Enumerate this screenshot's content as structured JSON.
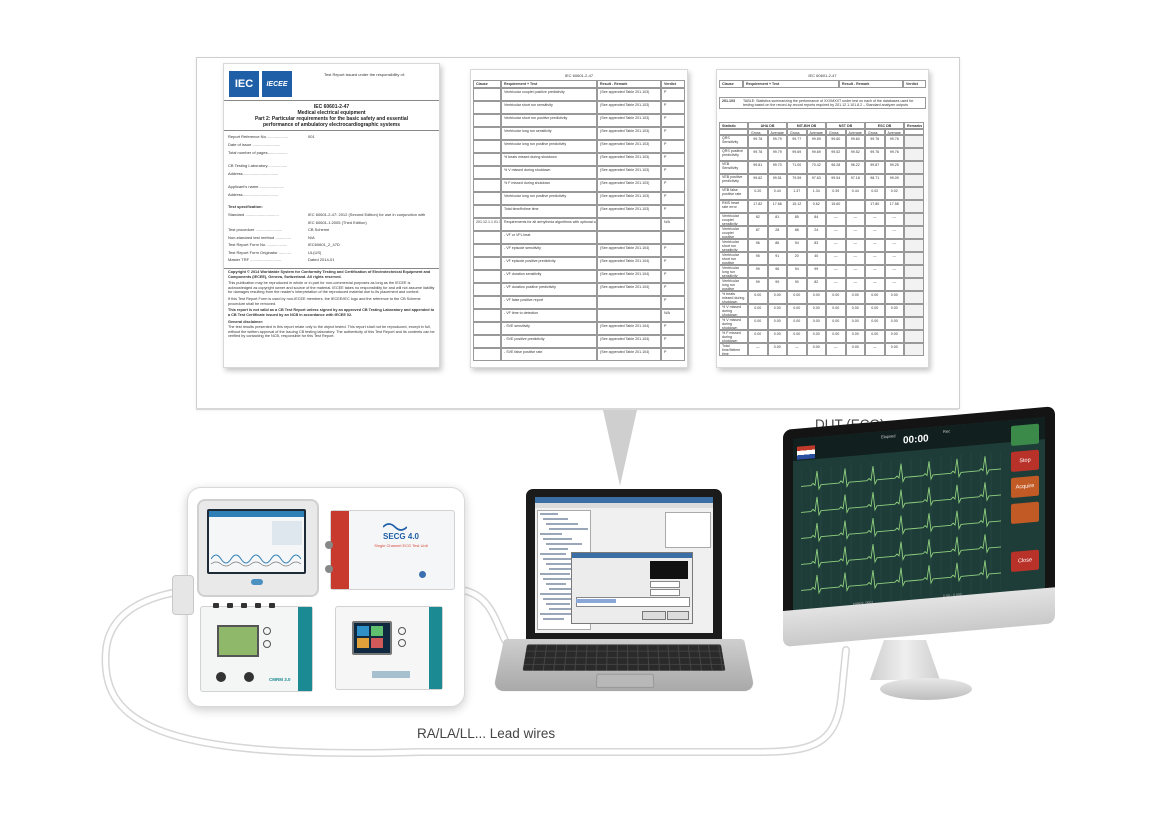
{
  "report": {
    "page1": {
      "iec_logo": "IEC",
      "iecee_logo": "IECEE",
      "issued_under": "Test Report issued under the responsibility of:",
      "standard": "IEC 60601-2-47",
      "title1": "Medical electrical equipment",
      "title2": "Part 2: Particular requirements for the basic safety and essential",
      "title3": "performance of ambulatory electrocardiographic systems",
      "fields": [
        {
          "label": "Report Reference No. ..................",
          "value": "001"
        },
        {
          "label": "Date of issue .........................",
          "value": ""
        },
        {
          "label": "Total number of pages..................",
          "value": ""
        },
        {
          "label": "CB Testing Laboratory..................",
          "value": ""
        },
        {
          "label": "Address................................",
          "value": ""
        },
        {
          "label": "Applicant's name.......................",
          "value": ""
        },
        {
          "label": "Address................................",
          "value": ""
        }
      ],
      "spec_heading": "Test specification:",
      "spec_fields": [
        {
          "label": "Standard ..............................",
          "value": "IEC 60601-2-47: 2012 (Second Edition) for use in conjunction with"
        },
        {
          "label": "",
          "value": "IEC 60601-1:2005 (Third Edition)"
        },
        {
          "label": "Test procedure ........................",
          "value": "CB Scheme"
        },
        {
          "label": "Non-standard test method ..............",
          "value": "N/A"
        },
        {
          "label": "Test Report Form No. ..................",
          "value": "IEC60601_2_47D"
        },
        {
          "label": "Test Report Form Originator ...........",
          "value": "UL(US)"
        },
        {
          "label": "Master TRF ............................",
          "value": "Dated 2014-01"
        }
      ],
      "copyright": "Copyright © 2014 Worldwide System for Conformity Testing and Certification of Electrotechnical Equipment and Components (IECEE), Geneva, Switzerland. All rights reserved.",
      "para1": "This publication may be reproduced in whole or in part for non-commercial purposes as long as the IECEE is acknowledged as copyright owner and source of the material. IECEE takes no responsibility for and will not assume liability for damages resulting from the reader's interpretation of the reproduced material due to its placement and context.",
      "para2": "If this Test Report Form is used by non-IECEE members, the IECEE/IEC logo and the reference to the CB Scheme procedure shall be removed.",
      "para3": "This report is not valid as a CB Test Report unless signed by an approved CB Testing Laboratory and appended to a CB Test Certificate issued by an NCB in accordance with IECEE 02.",
      "disclaimer_heading": "General disclaimer:",
      "disclaimer": "The test results presented in this report relate only to the object tested. This report shall not be reproduced, except in full, without the written approval of the Issuing CB testing laboratory. The authenticity of this Test Report and its contents can be verified by contacting the NCB, responsible for this Test Report."
    },
    "page2": {
      "header": "IEC 60601-2-47",
      "columns": [
        "Clause",
        "Requirement + Test",
        "Result - Remark",
        "Verdict"
      ],
      "rows": [
        {
          "clause": "",
          "req": "Ventricular couplet positive predictivity",
          "result": "(See appended Table 201.103)",
          "verdict": "P"
        },
        {
          "clause": "",
          "req": "Ventricular short run sensitivity",
          "result": "(See appended Table 201.103)",
          "verdict": "P"
        },
        {
          "clause": "",
          "req": "Ventricular short run positive predictivity",
          "result": "(See appended Table 201.103)",
          "verdict": "P"
        },
        {
          "clause": "",
          "req": "Ventricular long run sensitivity",
          "result": "(See appended Table 201.103)",
          "verdict": "P"
        },
        {
          "clause": "",
          "req": "Ventricular long run positive predictivity",
          "result": "(See appended Table 201.103)",
          "verdict": "P"
        },
        {
          "clause": "",
          "req": "% beats missed during shutdown",
          "result": "(See appended Table 201.103)",
          "verdict": "P"
        },
        {
          "clause": "",
          "req": "% V missed during shutdown",
          "result": "(See appended Table 201.103)",
          "verdict": "P"
        },
        {
          "clause": "",
          "req": "% F missed during shutdown",
          "result": "(See appended Table 201.103)",
          "verdict": "P"
        },
        {
          "clause": "",
          "req": "Ventricular long run positive predictivity",
          "result": "(See appended Table 201.103)",
          "verdict": "P"
        },
        {
          "clause": "",
          "req": "Total time/fixtime time",
          "result": "(See appended Table 201.103)",
          "verdict": "P"
        },
        {
          "clause": "201.12.1.1 01.1.6.3",
          "req": "Requirements for all arrhythmia algorithms with optional capabilities",
          "result": "",
          "verdict": "N/A"
        },
        {
          "clause": "",
          "req": "- VF or VFL beat",
          "result": "",
          "verdict": ""
        },
        {
          "clause": "",
          "req": "- VF episode sensitivity",
          "result": "(See appended Table 201.104)",
          "verdict": "P"
        },
        {
          "clause": "",
          "req": "- VF episode positive predictivity",
          "result": "(See appended Table 201.104)",
          "verdict": "P"
        },
        {
          "clause": "",
          "req": "- VF duration sensitivity",
          "result": "(See appended Table 201.104)",
          "verdict": "P"
        },
        {
          "clause": "",
          "req": "- VF duration positive predictivity",
          "result": "(See appended Table 201.104)",
          "verdict": "P"
        },
        {
          "clause": "",
          "req": "- VF false positive report",
          "result": "",
          "verdict": "P"
        },
        {
          "clause": "",
          "req": "- VF time to detection",
          "result": "",
          "verdict": "N/A"
        },
        {
          "clause": "",
          "req": "- SVE sensitivity",
          "result": "(See appended Table 201.104)",
          "verdict": "P"
        },
        {
          "clause": "",
          "req": "- SVE positive predictivity",
          "result": "(See appended Table 201.104)",
          "verdict": "P"
        },
        {
          "clause": "",
          "req": "- SVE false positive rate",
          "result": "(See appended Table 201.104)",
          "verdict": "P"
        }
      ]
    },
    "page3": {
      "header": "IEC 60601-2-47",
      "columns": [
        "Clause",
        "Requirement + Test",
        "Result - Remark",
        "Verdict"
      ],
      "table_no": "201.103",
      "table_title": "TABLE: Statistics summarizing the performance of XXXMXXT under test on each of the databases used for testing based on the record-by-record reports required by 201.12.1.101.8.2 – Standard analyzer outputs",
      "stat_header": "Statistic",
      "db_headers": [
        "AHA DB",
        "MIT-BIH DB",
        "NST DB",
        "ESC DB"
      ],
      "remarks_header": "Remarks",
      "sub_headers": [
        "Gross",
        "Average"
      ],
      "rows": [
        {
          "name": "QRS Sensitivity",
          "vals": [
            "99.78",
            "99.79",
            "99.77",
            "99.59",
            "99.60",
            "99.60",
            "99.76",
            "99.76"
          ]
        },
        {
          "name": "QRS positive predictivity",
          "vals": [
            "99.78",
            "99.79",
            "99.69",
            "99.69",
            "99.52",
            "99.52",
            "99.76",
            "99.76"
          ]
        },
        {
          "name": "VEB Sensitivity",
          "vals": [
            "99.81",
            "99.70",
            "71.00",
            "70.42",
            "96.28",
            "96.22",
            "99.87",
            "99.25"
          ]
        },
        {
          "name": "VEB positive predictivity",
          "vals": [
            "99.62",
            "99.51",
            "79.59",
            "97.63",
            "99.54",
            "97.18",
            "98.71",
            "99.09"
          ]
        },
        {
          "name": "VEB false positive rate",
          "vals": [
            "0.20",
            "0.44",
            "1.37",
            "1.34",
            "0.39",
            "0.44",
            "0.02",
            "0.02"
          ]
        },
        {
          "name": "RMS heart rate error",
          "vals": [
            "17.82",
            "17.66",
            "15.12",
            "0.62",
            "15.60",
            "",
            "17.80",
            "17.58"
          ]
        },
        {
          "name": "Ventricular couplet sensitivity",
          "vals": [
            "82",
            "81",
            "85",
            "84",
            "—",
            "—",
            "—",
            "—"
          ]
        },
        {
          "name": "Ventricular couplet positive predictivity",
          "vals": [
            "87",
            "28",
            "88",
            "24",
            "—",
            "—",
            "—",
            "—"
          ]
        },
        {
          "name": "Ventricular short run sensitivity",
          "vals": [
            "96",
            "86",
            "94",
            "83",
            "—",
            "—",
            "—",
            "—"
          ]
        },
        {
          "name": "Ventricular short run positive predictivity",
          "vals": [
            "95",
            "91",
            "20",
            "40",
            "—",
            "—",
            "—",
            "—"
          ]
        },
        {
          "name": "Ventricular long run sensitivity",
          "vals": [
            "99",
            "96",
            "94",
            "99",
            "—",
            "—",
            "—",
            "—"
          ]
        },
        {
          "name": "Ventricular long run positive predictivity",
          "vals": [
            "99",
            "99",
            "90",
            "82",
            "—",
            "—",
            "—",
            "—"
          ]
        },
        {
          "name": "% beats missed during shutdown",
          "vals": [
            "0.00",
            "0.00",
            "0.00",
            "0.00",
            "0.00",
            "0.00",
            "0.00",
            "0.00"
          ]
        },
        {
          "name": "% V missed during shutdown",
          "vals": [
            "0.00",
            "0.00",
            "0.00",
            "0.00",
            "0.00",
            "0.00",
            "0.00",
            "0.00"
          ]
        },
        {
          "name": "% V missed during shutdown",
          "vals": [
            "0.00",
            "0.00",
            "0.00",
            "0.00",
            "0.00",
            "0.00",
            "0.00",
            "0.00"
          ]
        },
        {
          "name": "% F missed during shutdown",
          "vals": [
            "0.00",
            "0.00",
            "0.00",
            "0.00",
            "0.00",
            "0.00",
            "0.00",
            "0.00"
          ]
        },
        {
          "name": "Total time/fixtime time",
          "vals": [
            "—",
            "0.00",
            "—",
            "0.00",
            "—",
            "0.00",
            "—",
            "0.00"
          ]
        }
      ]
    }
  },
  "labels": {
    "dut": "DUT (ECG)",
    "lead_wires": "RA/LA/LL... Lead wires"
  },
  "devices": {
    "secg_brand": "SECG 4.0",
    "secg_sub": "Single Channel ECG Test Unit",
    "cmrk_brand": "CMRM 3.0"
  },
  "ecg_monitor": {
    "time_label": "Elapsed",
    "time": "00:00",
    "rec_label": "Rec",
    "buttons": [
      {
        "label": "",
        "color": "#3c8a4a"
      },
      {
        "label": "Stop",
        "color": "#b8322a"
      },
      {
        "label": "Acquire",
        "color": "#c25a25"
      },
      {
        "label": "",
        "color": "#c25a25"
      },
      {
        "label": "Close",
        "color": "#b8322a"
      }
    ],
    "footer_left": "patient_0001",
    "footer_right": "0.00 - 0.000"
  },
  "colors": {
    "cable": "#d6d6d6",
    "iec_blue": "#1f5fa8",
    "secg_red": "#c93a2e",
    "teal": "#1b8a92",
    "ecg_trace": "#8fd07f"
  }
}
